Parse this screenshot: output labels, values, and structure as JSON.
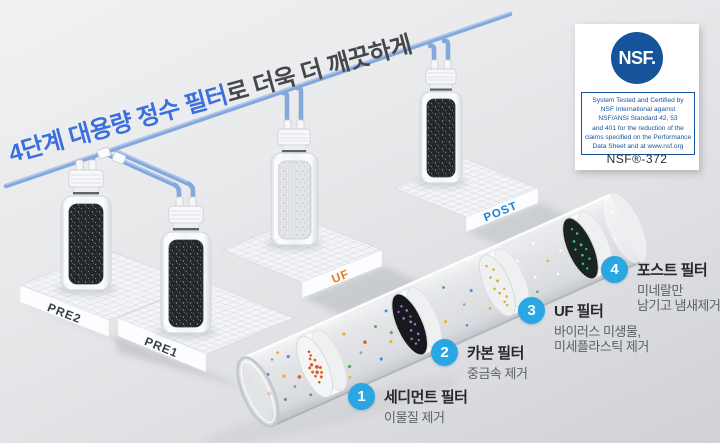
{
  "headline": {
    "highlight": "4단계 대용량 정수 필터",
    "rest": "로 더욱 더 깨끗하게"
  },
  "nsf": {
    "logo_text": "NSF.",
    "lines": [
      "System Tested and Certified by",
      "NSF International against",
      "NSF/ANSI Standard 42, 53",
      "and 401 for the reduction of the",
      "claims specified on the Performance",
      "Data Sheet and at www.nsf.org"
    ],
    "standard_label": "NSF®-372"
  },
  "bottles": [
    {
      "platform_label": "PRE2",
      "media": "carbon-dark",
      "label_color": "#3a3e44"
    },
    {
      "platform_label": "PRE1",
      "media": "carbon-dark",
      "label_color": "#3a3e44"
    },
    {
      "platform_label": "UF",
      "media": "uf-membrane-light",
      "label_color": "#e87b1e"
    },
    {
      "platform_label": "POST",
      "media": "carbon-dark",
      "label_color": "#1f7fd4"
    }
  ],
  "stages": [
    {
      "num": "1",
      "title": "세디먼트 필터",
      "desc": [
        "이물질 제거"
      ]
    },
    {
      "num": "2",
      "title": "카본 필터",
      "desc": [
        "중금속 제거"
      ]
    },
    {
      "num": "3",
      "title": "UF 필터",
      "desc": [
        "바이러스 미생물,",
        "미세플라스틱 제거"
      ]
    },
    {
      "num": "4",
      "title": "포스트 필터",
      "desc": [
        "미네랄만",
        "남기고 냄새제거"
      ]
    }
  ],
  "colors": {
    "headline_blue": "#3b6fdd",
    "headline_gray": "#45474b",
    "stage_badge_blue": "#2aa7e3",
    "pipe_blue": "#83a8dc",
    "nsf_blue": "#15549a",
    "uf_label_orange": "#e87b1e",
    "post_label_blue": "#1f7fd4"
  }
}
